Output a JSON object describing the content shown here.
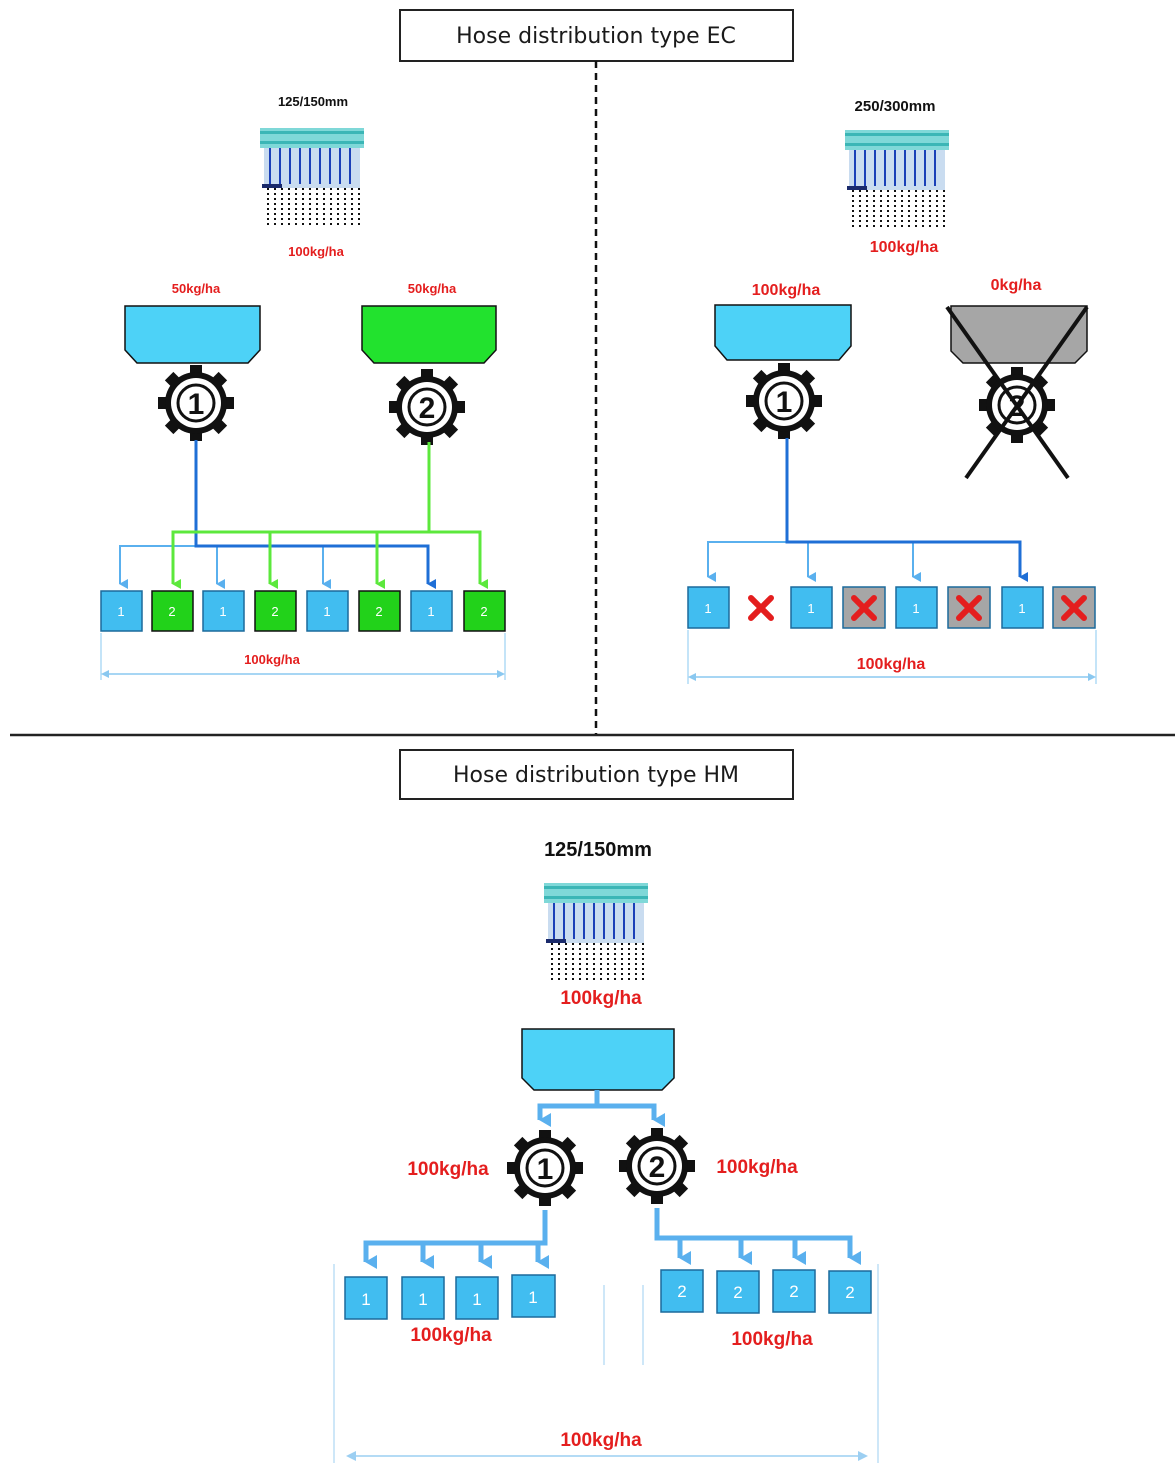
{
  "section_ec": {
    "title": "Hose distribution type EC",
    "left": {
      "spacing": "125/150mm",
      "machine_rate": "100kg/ha",
      "hopper1_rate": "50kg/ha",
      "hopper2_rate": "50kg/ha",
      "gear1": "1",
      "gear2": "2",
      "outlets": [
        "1",
        "2",
        "1",
        "2",
        "1",
        "2",
        "1",
        "2"
      ],
      "total_rate": "100kg/ha"
    },
    "right": {
      "spacing": "250/300mm",
      "machine_rate": "100kg/ha",
      "hopper1_rate": "100kg/ha",
      "hopper2_rate": "0kg/ha",
      "gear1": "1",
      "gear2": "2",
      "outlets": [
        "1",
        "x",
        "1",
        "x",
        "1",
        "x",
        "1",
        "x"
      ],
      "total_rate": "100kg/ha"
    }
  },
  "section_hm": {
    "title": "Hose distribution type HM",
    "spacing": "125/150mm",
    "machine_rate": "100kg/ha",
    "gear1": "1",
    "gear2": "2",
    "gear1_rate": "100kg/ha",
    "gear2_rate": "100kg/ha",
    "outlets_left": [
      "1",
      "1",
      "1",
      "1"
    ],
    "outlets_right": [
      "2",
      "2",
      "2",
      "2"
    ],
    "left_rate": "100kg/ha",
    "right_rate": "100kg/ha",
    "total_rate": "100kg/ha"
  },
  "colors": {
    "blue_hopper": "#4dd2f7",
    "green_hopper": "#22e22e",
    "grey_hopper": "#a6a6a6",
    "outlet_blue": "#41bdf0",
    "outlet_green": "#22d21a",
    "line_dark_blue": "#1f6fd6",
    "line_light_blue": "#5ab0ee",
    "line_green": "#5ce83c",
    "red": "#e41e1e"
  }
}
